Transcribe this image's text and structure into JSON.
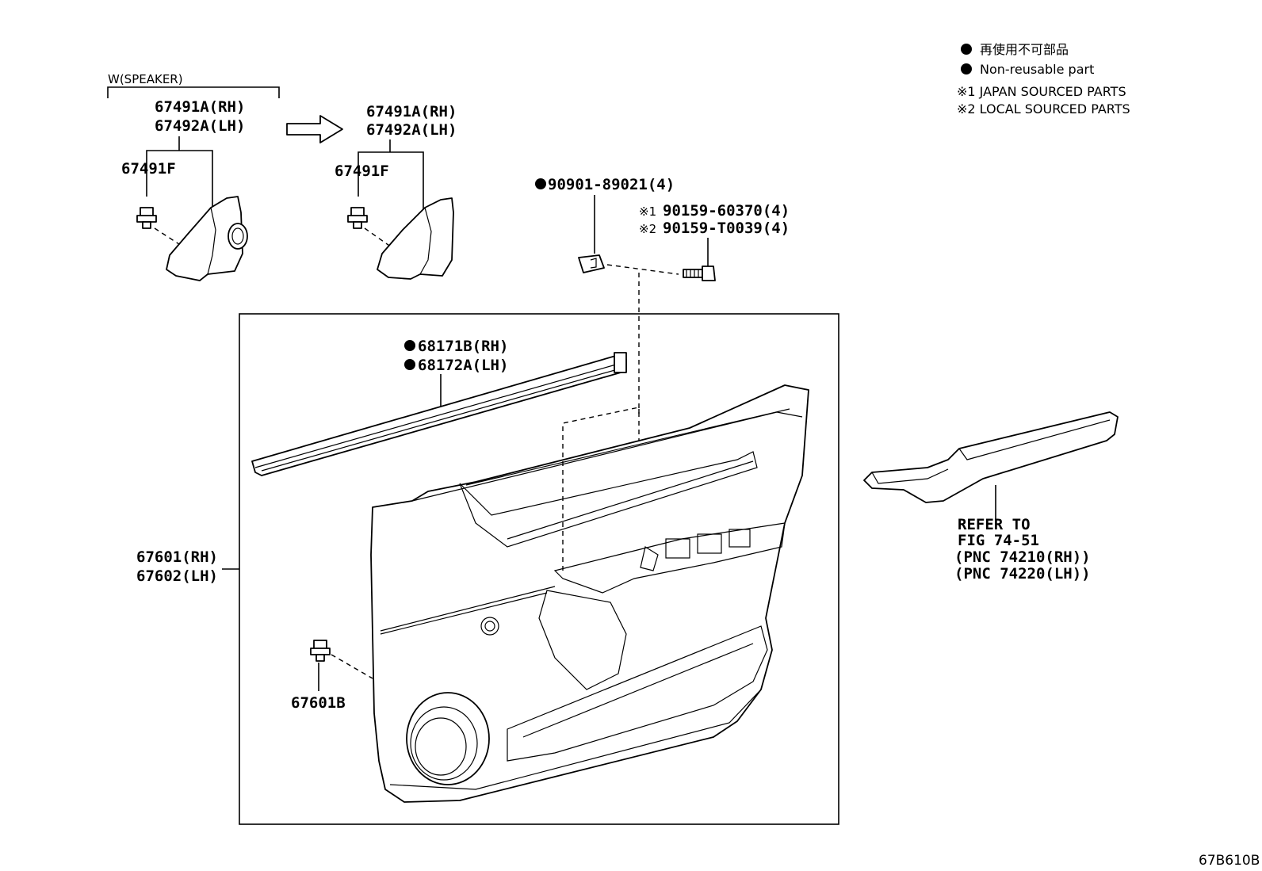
{
  "legend": {
    "dot_jp": "再使用不可部品",
    "dot_en": "Non-reusable part",
    "note1": "※1  JAPAN SOURCED PARTS",
    "note2": "※2  LOCAL SOURCED PARTS"
  },
  "speaker_group": {
    "heading": "W(SPEAKER)",
    "part_rh": "67491A(RH)",
    "part_lh": "67492A(LH)",
    "clip": "67491F"
  },
  "plain_group": {
    "part_rh": "67491A(RH)",
    "part_lh": "67492A(LH)",
    "clip": "67491F"
  },
  "clip_nut": "90901-89021(4)",
  "screw": {
    "line1_mark": "※1",
    "line1": "90159-60370(4)",
    "line2_mark": "※2",
    "line2": "90159-T0039(4)"
  },
  "weatherstrip": {
    "rh": "68171B(RH)",
    "lh": "68172A(LH)"
  },
  "door_panel": {
    "rh": "67601(RH)",
    "lh": "67602(LH)"
  },
  "panel_clip": "67601B",
  "armrest_ref": {
    "line1": "REFER TO",
    "line2": "FIG 74-51",
    "line3": "(PNC 74210(RH))",
    "line4": "(PNC 74220(LH))"
  },
  "figure_id": "67B610B"
}
